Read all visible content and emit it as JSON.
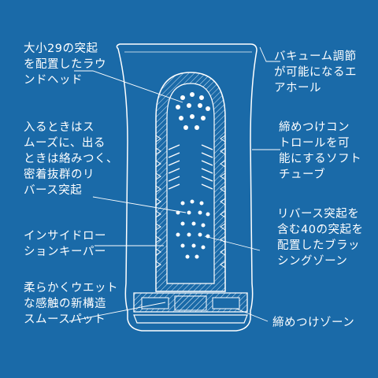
{
  "colors": {
    "background": "#1a6aa8",
    "line": "#ffffff",
    "hatch": "#cfe3f3"
  },
  "labels": {
    "round_head": "大小29の突起\nを配置したラウ\nンドヘッド",
    "reverse_bumps": "入るときはス\nムーズに、出る\nときは絡みつく、\n密着抜群のリ\nバース突起",
    "inside_roller": "インサイドロー\nションキーパー",
    "smooth_pad": "柔らかくウエット\nな感触の新構造\nスムースパット",
    "vacuum": "バキューム調節\nが可能になるエ\nアホール",
    "soft_tube": "締めつけコン\nトロールを可\n能にするソフト\nチューブ",
    "brush_zone": "リバース突起を\n含む40の突起を\n配置したブラッ\nシングゾーン",
    "tight_zone": "締めつけゾーン"
  }
}
